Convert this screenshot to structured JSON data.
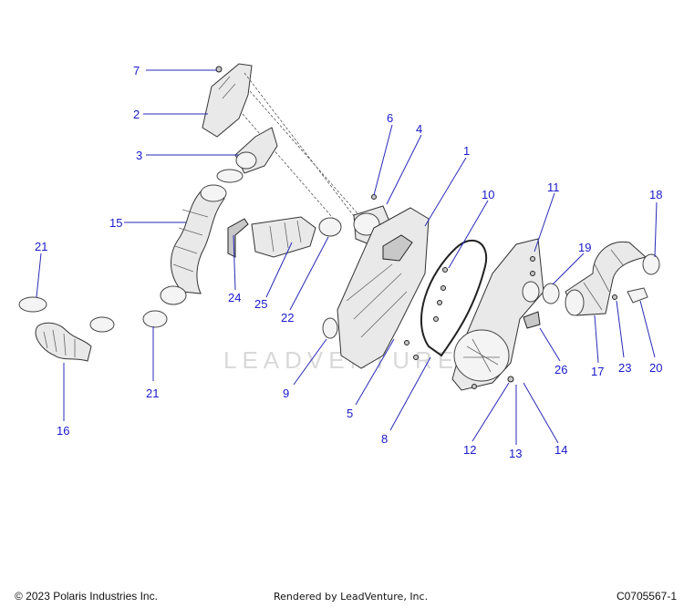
{
  "diagram": {
    "callouts": [
      "7",
      "2",
      "3",
      "15",
      "21",
      "16",
      "24",
      "25",
      "22",
      "21",
      "6",
      "4",
      "1",
      "10",
      "11",
      "18",
      "19",
      "9",
      "5",
      "8",
      "12",
      "13",
      "14",
      "26",
      "17",
      "23",
      "20"
    ]
  },
  "watermark": "LEADVENTURE",
  "footer": {
    "copyright": "© 2023 Polaris Industries Inc.",
    "rendered_by": "Rendered by LeadVenture, Inc.",
    "diagram_code": "C0705567-1"
  }
}
